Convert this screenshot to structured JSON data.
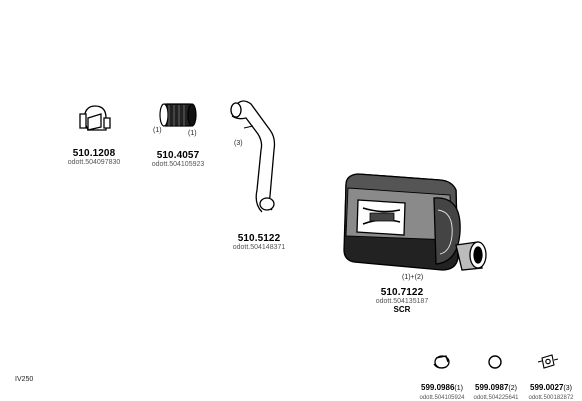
{
  "parts": [
    {
      "part_no": "510.1208",
      "oe_ref": "odott.504097830",
      "icon": "pipe-clamp-icon"
    },
    {
      "part_no": "510.4057",
      "oe_ref": "odott.504105923",
      "icon": "flex-pipe-icon",
      "qty_labels": [
        "(1)",
        "(1)"
      ]
    },
    {
      "part_no": "510.5122",
      "oe_ref": "odott.504148371",
      "icon": "bent-pipe-icon",
      "qty_label": "(3)"
    },
    {
      "part_no": "510.7122",
      "oe_ref": "odott.504135187",
      "icon": "scr-silencer-icon",
      "qty_label": "(1)+(2)",
      "note": "SCR"
    }
  ],
  "small_parts": [
    {
      "part_no": "599.0986",
      "qty": "(1)",
      "oe_ref": "odott.504105924",
      "icon": "hose-clamp-icon"
    },
    {
      "part_no": "599.0987",
      "qty": "(2)",
      "oe_ref": "odott.504225641",
      "icon": "gasket-ring-icon"
    },
    {
      "part_no": "599.0027",
      "qty": "(3)",
      "oe_ref": "odott.500182872",
      "icon": "mounting-bracket-icon"
    }
  ],
  "model_label": "IV250"
}
